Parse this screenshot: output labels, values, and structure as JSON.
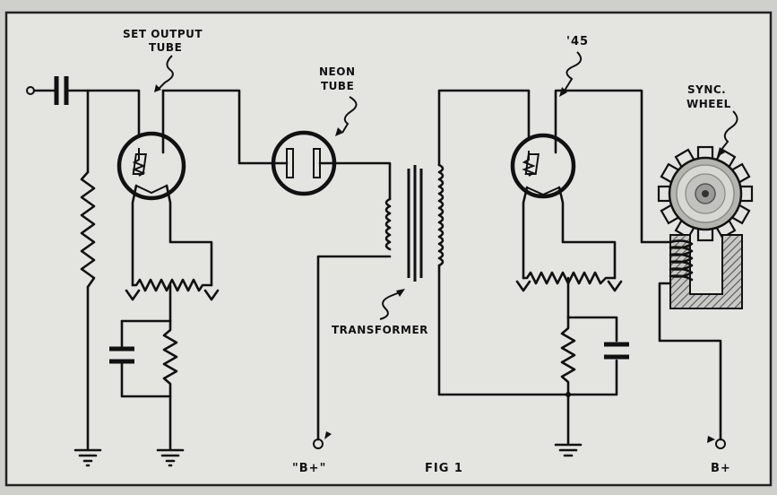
{
  "labels": {
    "set_output_tube_line1": "SET OUTPUT",
    "set_output_tube_line2": "TUBE",
    "neon_tube_line1": "NEON",
    "neon_tube_line2": "TUBE",
    "tube_45": "'45",
    "sync_wheel_line1": "SYNC.",
    "sync_wheel_line2": "WHEEL",
    "transformer": "TRANSFORMER",
    "b_plus_quoted": "\"B+\"",
    "b_plus": "B+",
    "fig": "FIG 1"
  },
  "colors": {
    "background": "#e4e4e1",
    "ink": "#111111",
    "metal": "#b5b5b0"
  }
}
